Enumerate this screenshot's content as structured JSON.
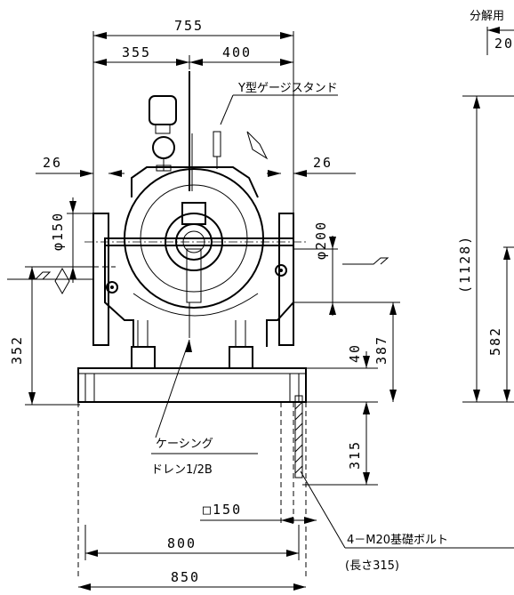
{
  "dimensions": {
    "overall_top": "755",
    "left_half": "355",
    "right_half": "400",
    "left_flange": "26",
    "right_flange": "26",
    "suction_dia": "φ150",
    "discharge_dia": "φ200",
    "center_height": "352",
    "base_thickness": "40",
    "shaft_to_base": "387",
    "bolt_depth": "315",
    "pit_square": "□150",
    "base_width_inner": "800",
    "base_width_outer": "850",
    "overall_height": "(1128)",
    "side_height": "582",
    "disassembly_value": "20"
  },
  "labels": {
    "gauge_stand": "Y型ゲージスタンド",
    "casing": "ケーシング",
    "drain": "ドレン1/2B",
    "anchor_bolts": "4－M20基礎ボルト",
    "bolt_length": "(長さ315)",
    "disassembly": "分解用"
  }
}
